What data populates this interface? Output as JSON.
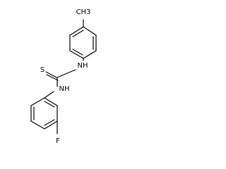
{
  "molecule": {
    "atoms": {
      "methyl": "CH3",
      "thione_s": "S",
      "nh_upper": "NH",
      "nh_lower": "NH",
      "fluoro": "F"
    }
  }
}
